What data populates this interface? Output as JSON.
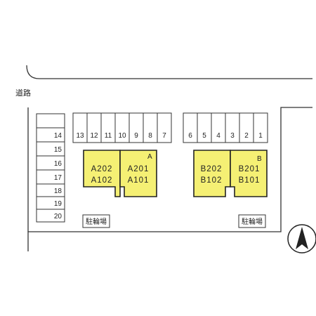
{
  "road_label": "道路",
  "parking_top_left": [
    "13",
    "12",
    "11",
    "10",
    "9",
    "8",
    "7"
  ],
  "parking_top_right": [
    "6",
    "5",
    "4",
    "3",
    "2",
    "1"
  ],
  "parking_left": [
    "14",
    "15",
    "16",
    "17",
    "18",
    "19",
    "20"
  ],
  "building_a": {
    "letter": "A",
    "upper_left": "A202",
    "lower_left": "A102",
    "upper_right": "A201",
    "lower_right": "A101"
  },
  "building_b": {
    "letter": "B",
    "upper_left": "B202",
    "lower_left": "B102",
    "upper_right": "B201",
    "lower_right": "B101"
  },
  "bike_parking_left": "駐輪場",
  "bike_parking_right": "駐輪場",
  "colors": {
    "building_fill": "#f5f074",
    "line": "#333333"
  },
  "icons": {
    "compass": "north-arrow-icon"
  }
}
